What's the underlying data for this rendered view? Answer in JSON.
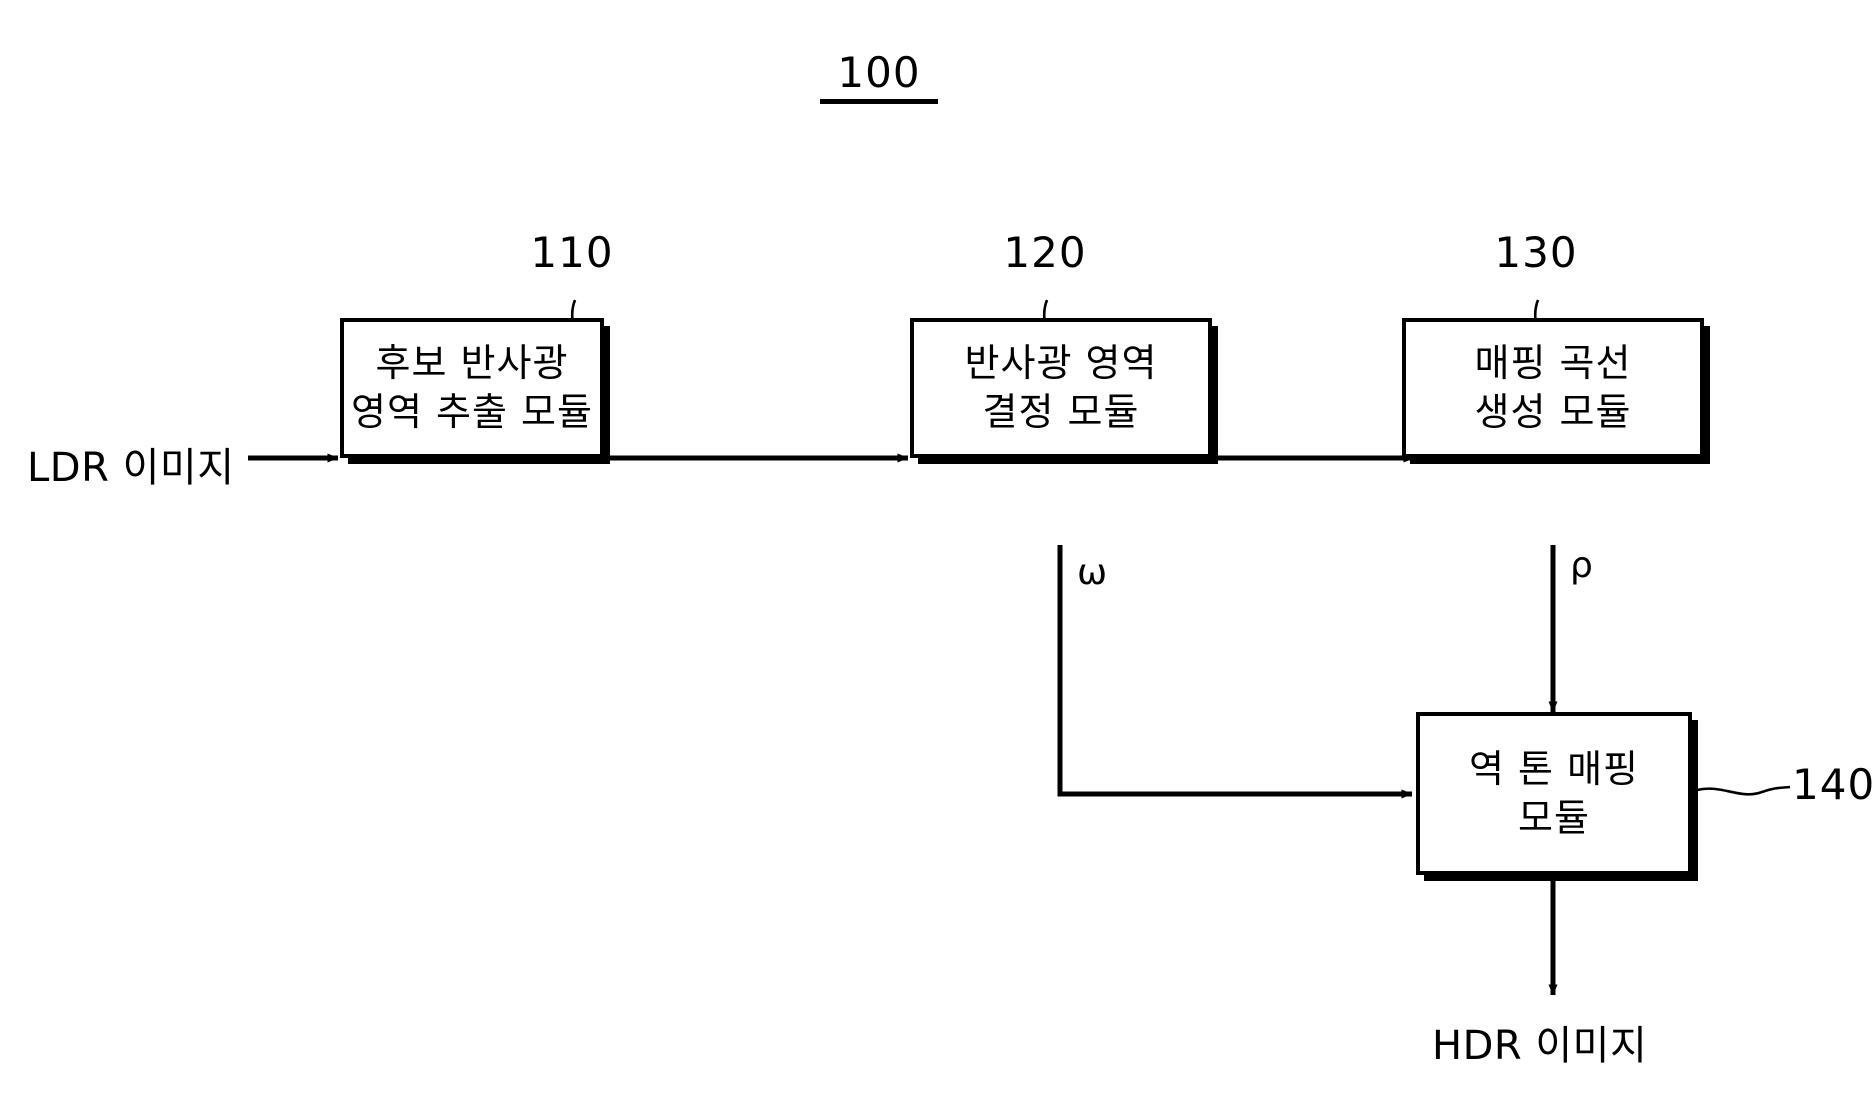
{
  "figure": {
    "number": "100"
  },
  "io": {
    "input_label": "LDR 이미지",
    "output_label": "HDR 이미지"
  },
  "signals": {
    "omega": "ω",
    "rho": "ρ"
  },
  "modules": [
    {
      "ref": "110",
      "line1": "후보 반사광",
      "line2": "영역 추출 모듈"
    },
    {
      "ref": "120",
      "line1": "반사광 영역",
      "line2": "결정 모듈"
    },
    {
      "ref": "130",
      "line1": "매핑 곡선",
      "line2": "생성 모듈"
    },
    {
      "ref": "140",
      "line1": "역 톤 매핑",
      "line2": "모듈"
    }
  ],
  "colors": {
    "stroke": "#000000",
    "background": "#ffffff"
  }
}
